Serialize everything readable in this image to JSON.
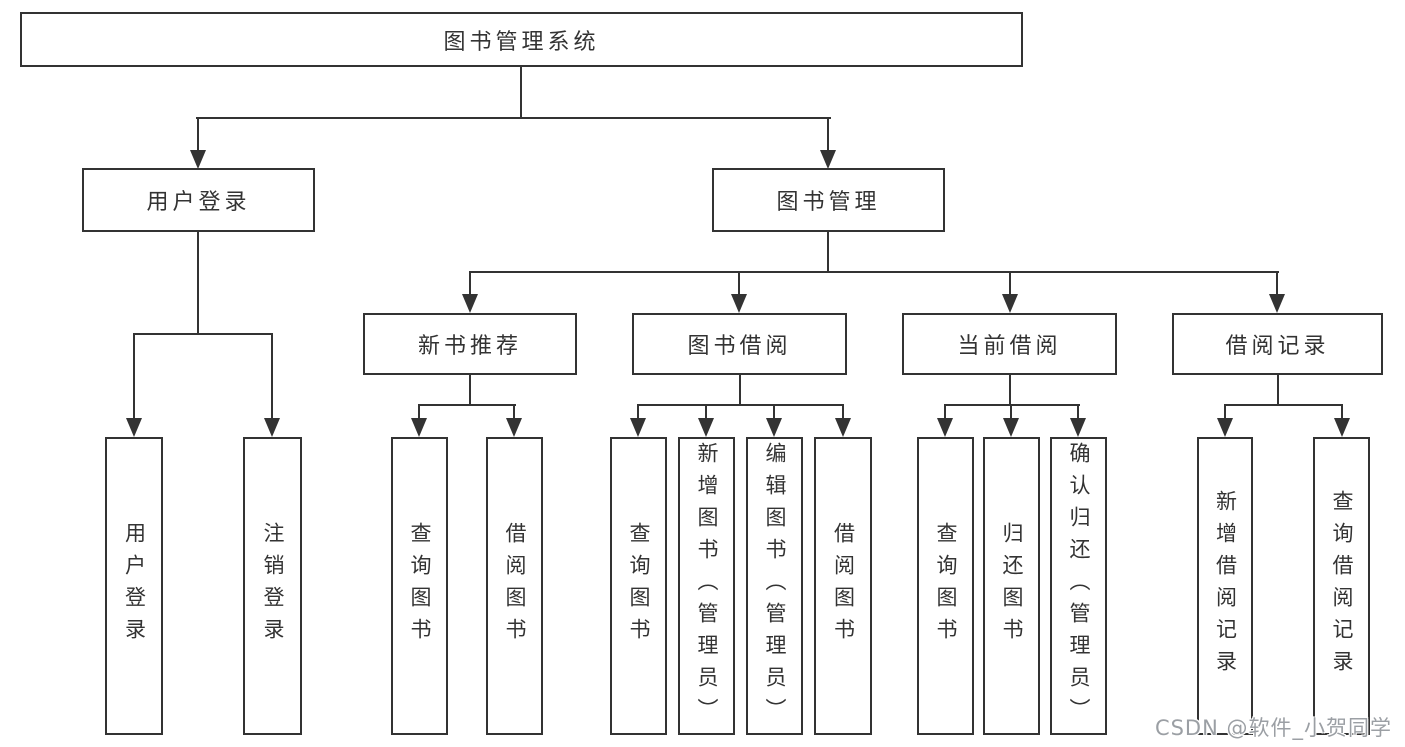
{
  "diagram": {
    "root": {
      "label": "图书管理系统"
    },
    "level2": {
      "user_login": {
        "label": "用户登录"
      },
      "book_management": {
        "label": "图书管理"
      }
    },
    "level3": {
      "new_book_recommend": {
        "label": "新书推荐"
      },
      "book_borrow": {
        "label": "图书借阅"
      },
      "current_borrow": {
        "label": "当前借阅"
      },
      "borrow_records": {
        "label": "借阅记录"
      }
    },
    "leaves": {
      "user_login": {
        "label": "用户登录"
      },
      "logout": {
        "label": "注销登录"
      },
      "nbr_query_books": {
        "label": "查询图书"
      },
      "nbr_borrow_books": {
        "label": "借阅图书"
      },
      "bb_query_books": {
        "label": "查询图书"
      },
      "bb_add_books": {
        "label": "新增图书（管理员）"
      },
      "bb_edit_books": {
        "label": "编辑图书（管理员）"
      },
      "bb_borrow_books": {
        "label": "借阅图书"
      },
      "cb_query_books": {
        "label": "查询图书"
      },
      "cb_return_books": {
        "label": "归还图书"
      },
      "cb_confirm_return": {
        "label": "确认归还（管理员）"
      },
      "br_add_record": {
        "label": "新增借阅记录"
      },
      "br_query_record": {
        "label": "查询借阅记录"
      }
    }
  },
  "watermark": {
    "text": "CSDN @软件_小贺同学"
  },
  "colors": {
    "line": "#333333",
    "text": "#333333",
    "watermark": "#9b9fa4",
    "background": "#ffffff"
  }
}
